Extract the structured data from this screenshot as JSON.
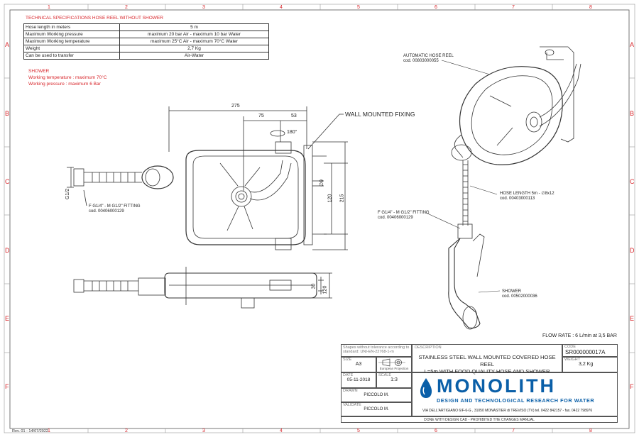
{
  "frame": {
    "columns": [
      "1",
      "2",
      "3",
      "4",
      "5",
      "6",
      "7",
      "8"
    ],
    "rows": [
      "A",
      "B",
      "C",
      "D",
      "E",
      "F"
    ]
  },
  "specs": {
    "title": "TECHNICAL SPECIFICATIONS HOSE REEL WITHOUT SHOWER",
    "rows": [
      {
        "label": "Hose length in meters",
        "value": "5 m"
      },
      {
        "label": "Maximum Working pressure",
        "value": "maximum 20 bar Air - maximum 10 bar Water"
      },
      {
        "label": "Maximum Working temperature",
        "value": "maximum 25°C Air - maximum 70°C Water"
      },
      {
        "label": "Weight",
        "value": "2,7 Kg"
      },
      {
        "label": "Can be used to transfer",
        "value": "Air-Water"
      }
    ]
  },
  "shower": {
    "title": "SHOWER",
    "temp": "Working temperature : maximum 70°C",
    "pressure": "Working pressure : maximum 6 Bar"
  },
  "dimensions": {
    "d275": "275",
    "d75": "75",
    "d53": "53",
    "d180": "180°",
    "d9": "∅9",
    "d120": "120",
    "d215": "215",
    "g12": "G1/2",
    "d30": "30",
    "d120b": "120"
  },
  "callouts": {
    "wall_fixing": "WALL MOUNTED FIXING",
    "fitting_left_1": "F G1/4\" - M G1/2\" FITTING",
    "fitting_left_2": "cod. 00406000129",
    "auto_reel_1": "AUTOMATIC HOSE REEL",
    "auto_reel_2": "cod. 00803000055",
    "hose_len_1": "HOSE LENGTH 5m - ∅8x12",
    "hose_len_2": "cod. 00403000113",
    "fitting_right_1": "F G1/4\" - M G1/2\" FITTING",
    "fitting_right_2": "cod. 00406000129",
    "shower_1": "SHOWER",
    "shower_2": "cod. 00502000036",
    "flow_rate": "FLOW RATE : 6 L/min at 3,5 BAR"
  },
  "title_block": {
    "tolerance": "Shapes without tolerance according to standard: UNI-EN-22768-1-m",
    "description_label": "DESCRIPTION",
    "description_1": "STAINLESS STEEL WALL MOUNTED COVERED HOSE REEL",
    "description_2": "L=5m WITH FOOD QUALITY HOSE AND SHOWER",
    "code_label": "CODE",
    "code": "SR000000017A",
    "size_label": "SIZE",
    "size": "A3",
    "projection": "European Projection",
    "weight_label": "WEIGHT",
    "weight": "3,2 Kg",
    "date_label": "DATE",
    "date": "05-11-2018",
    "scale_label": "SCALE",
    "scale": "1:3",
    "drawn_label": "DRAWN",
    "drawn": "PICCOLO M.",
    "validate_label": "VALIDATE",
    "validate": "PICCOLO M.",
    "company": "MONOLITH",
    "tagline": "DESIGN AND TECHNOLOGICAL RESEARCH FOR WATER",
    "address": "VIA DELL'ARTIGIANO 6/F-6-G , 31050 MONASTIER di TREVISO (TV) tel. 0422 842157 - fax. 0422 798976",
    "footer": "DONE WITH DESIGN CAD - PROHIBITED THE CHANGES MANUAL",
    "revision": "Rev. 01 - 14/07/2022"
  }
}
